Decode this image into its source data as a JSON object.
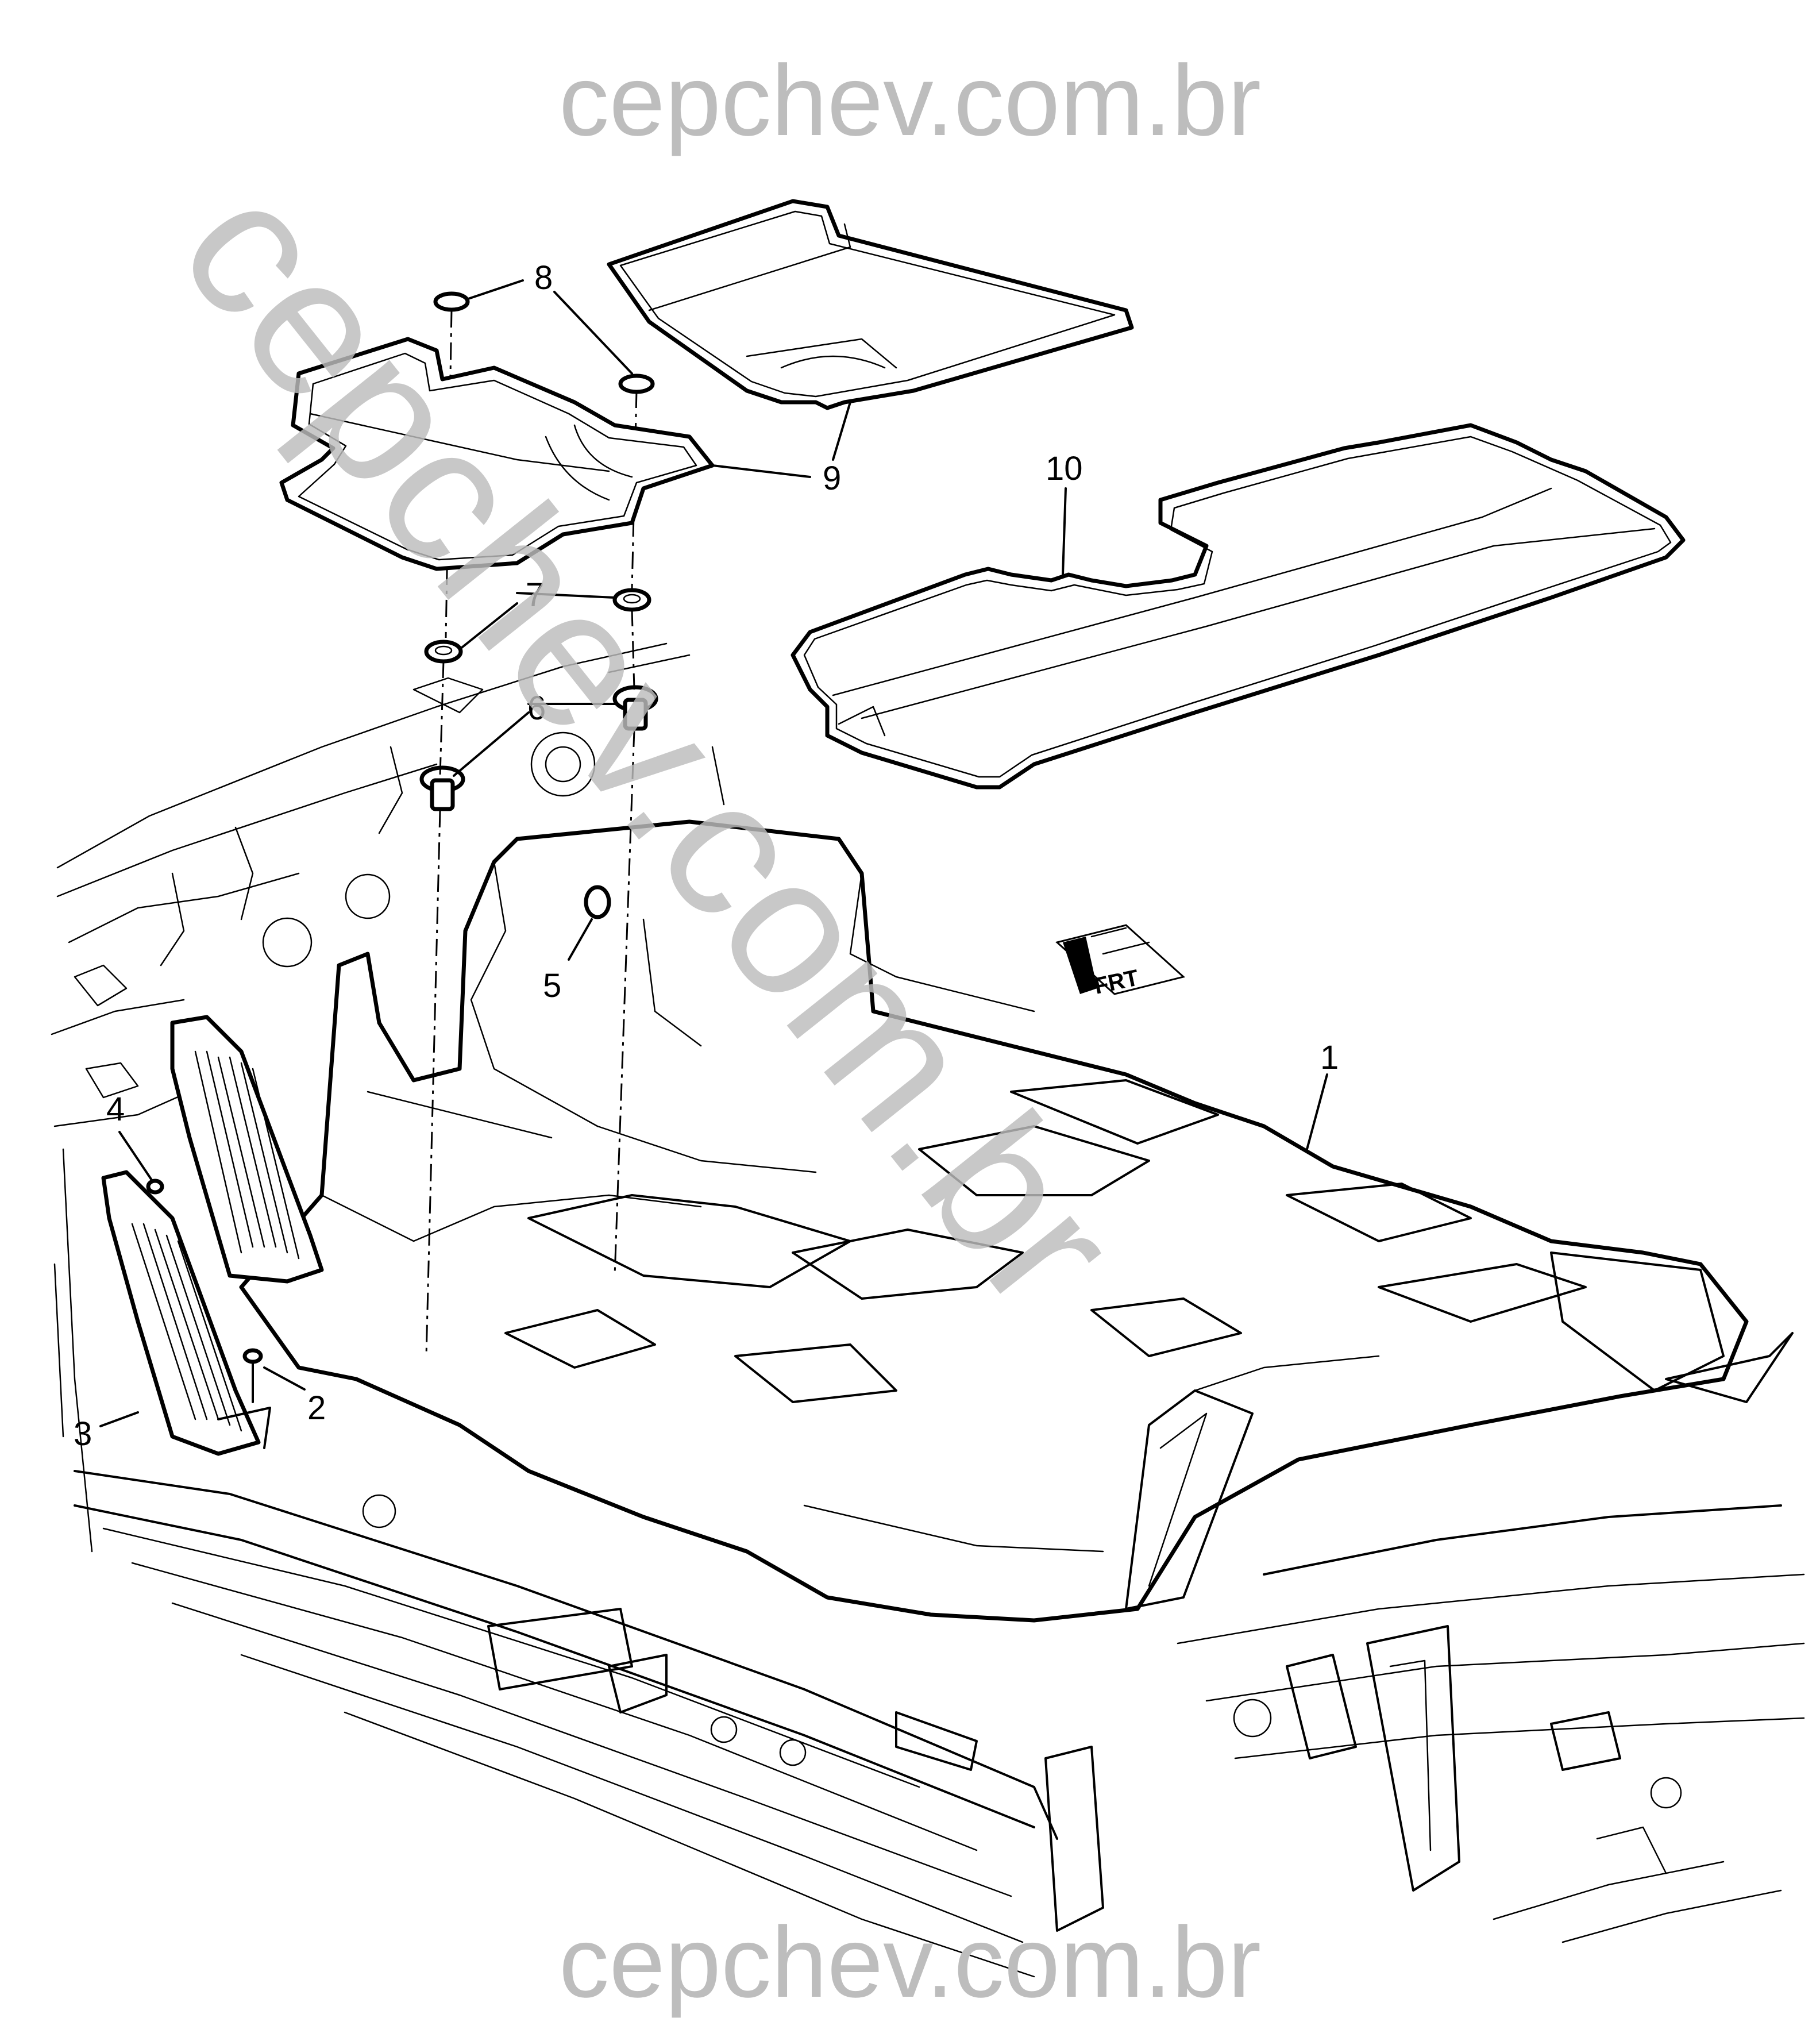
{
  "watermark": {
    "top_text": "cepchev.com.br",
    "bottom_text": "cepchev.com.br",
    "diagonal_text": "cepchev.com.br"
  },
  "callouts": {
    "c1": "1",
    "c2": "2",
    "c3": "3",
    "c4": "4",
    "c5": "5",
    "c6": "6",
    "c7": "7",
    "c8": "8",
    "c9": "9",
    "c10": "10"
  },
  "direction_arrow": {
    "label": "FRT"
  },
  "colors": {
    "line": "#000000",
    "watermark": "#bdbdbd",
    "background": "#ffffff"
  }
}
